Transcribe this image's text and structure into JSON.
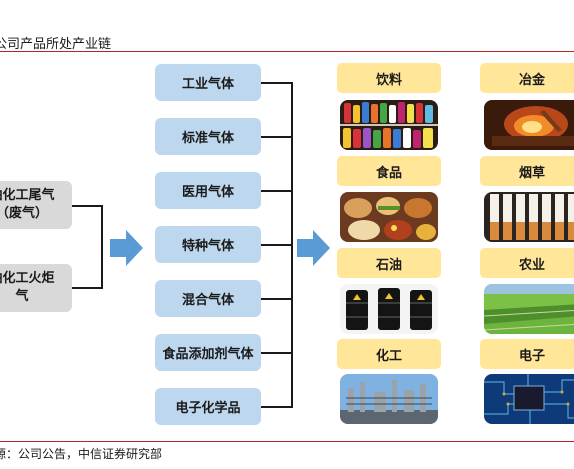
{
  "header": {
    "title": "公司产品所处产业链"
  },
  "sources": [
    {
      "label": "油化工尾气\n（废气）"
    },
    {
      "label": "油化工火炬\n气"
    }
  ],
  "gases": [
    {
      "label": "工业气体"
    },
    {
      "label": "标准气体"
    },
    {
      "label": "医用气体"
    },
    {
      "label": "特种气体"
    },
    {
      "label": "混合气体"
    },
    {
      "label": "食品添加剂气体"
    },
    {
      "label": "电子化学品"
    }
  ],
  "industries": [
    {
      "label": "饮料",
      "icon": "beverage-photo"
    },
    {
      "label": "冶金",
      "icon": "metallurgy-photo"
    },
    {
      "label": "食品",
      "icon": "food-photo"
    },
    {
      "label": "烟草",
      "icon": "tobacco-photo"
    },
    {
      "label": "石油",
      "icon": "petroleum-photo"
    },
    {
      "label": "农业",
      "icon": "agriculture-photo"
    },
    {
      "label": "化工",
      "icon": "chemical-plant-photo"
    },
    {
      "label": "电子",
      "icon": "electronics-photo"
    }
  ],
  "footer": {
    "source": "源：公司公告，中信证券研究部"
  },
  "colors": {
    "rule": "#b3262c",
    "source_box": "#d9d9d9",
    "gas_box": "#bdd7ee",
    "industry_box": "#ffe699",
    "arrow": "#5b9bd5"
  }
}
